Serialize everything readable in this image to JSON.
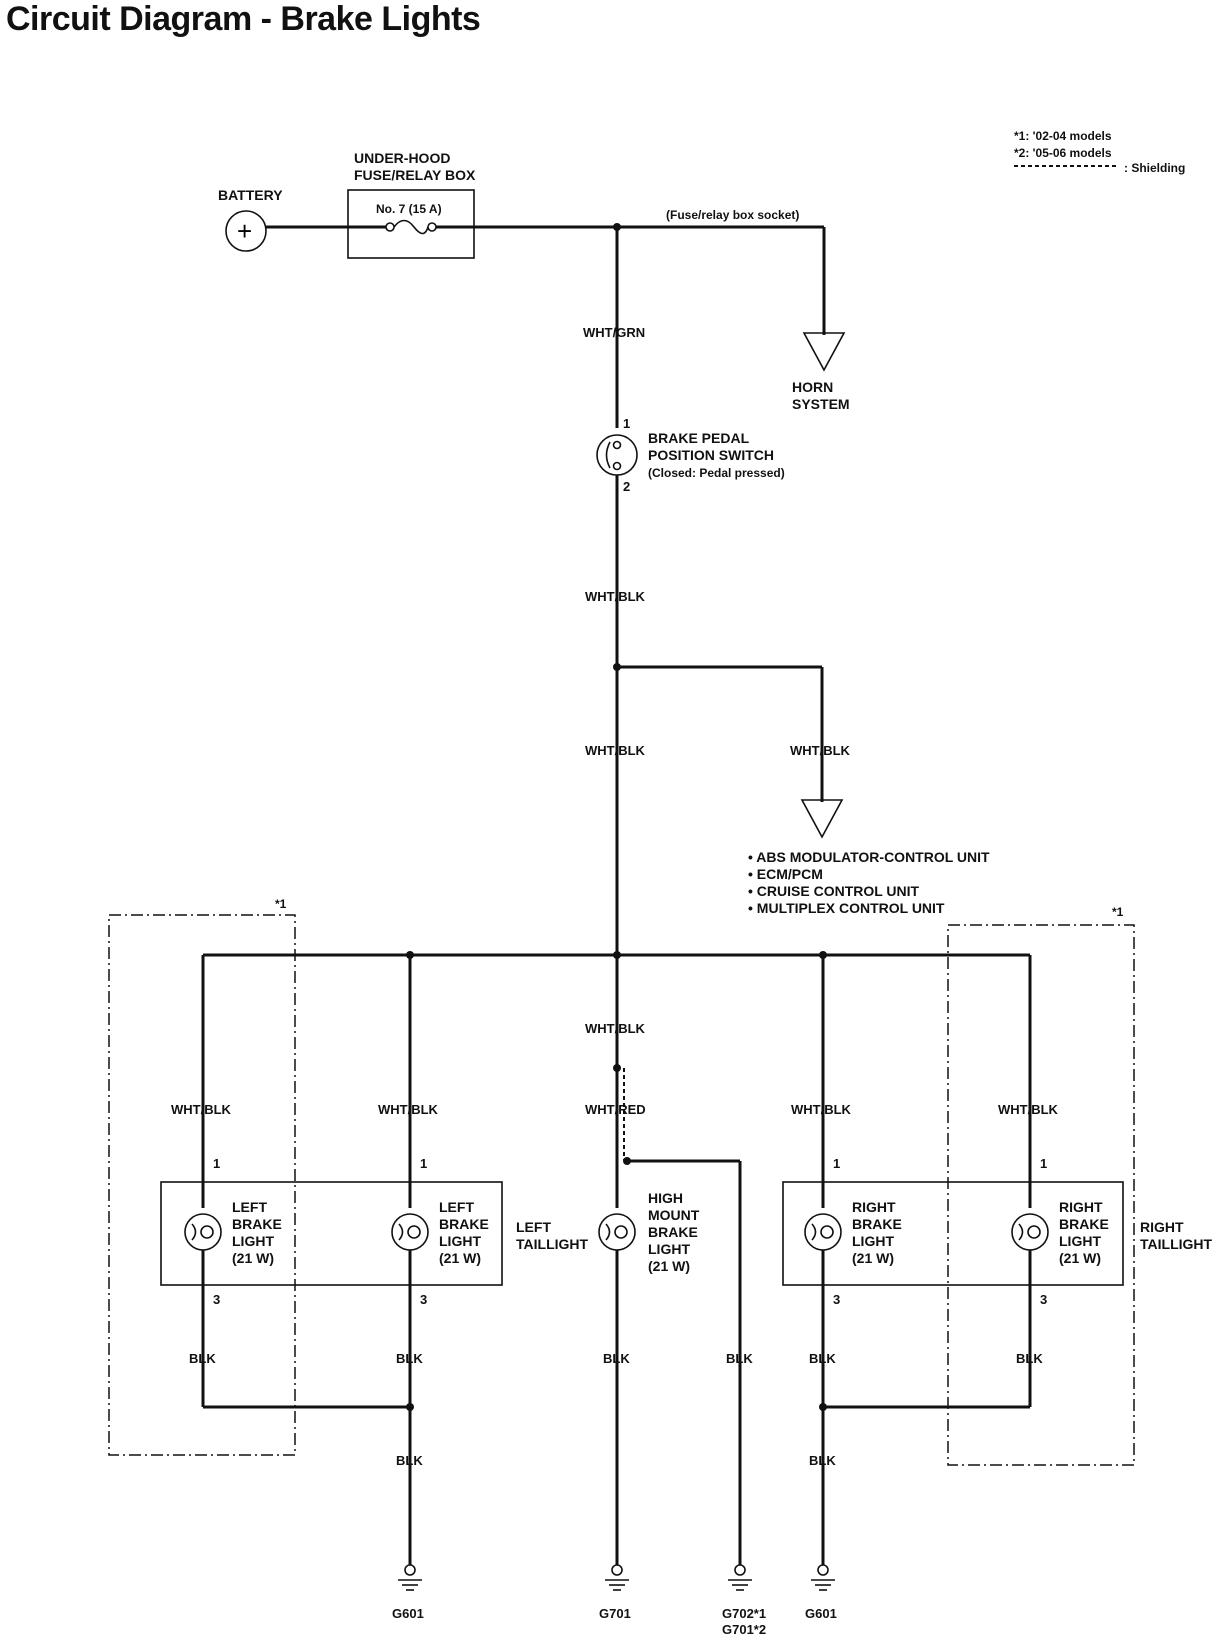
{
  "title": "Circuit Diagram - Brake Lights",
  "notes": {
    "note1": "*1: '02-04 models",
    "note2": "*2: '05-06 models",
    "shielding": ": Shielding"
  },
  "battery": {
    "label": "BATTERY",
    "symbol": "+"
  },
  "fuse_box": {
    "line1": "UNDER-HOOD",
    "line2": "FUSE/RELAY BOX",
    "fuse": "No. 7 (15 A)"
  },
  "socket_label": "(Fuse/relay box socket)",
  "horn": {
    "line1": "HORN",
    "line2": "SYSTEM"
  },
  "switch": {
    "line1": "BRAKE PEDAL",
    "line2": "POSITION SWITCH",
    "line3": "(Closed: Pedal pressed)",
    "pin_top": "1",
    "pin_bottom": "2"
  },
  "wires": {
    "wht_grn": "WHT/GRN",
    "wht_blk": "WHT/BLK",
    "wht_red": "WHT/RED",
    "blk": "BLK"
  },
  "abs_targets": [
    "• ABS MODULATOR-CONTROL UNIT",
    "• ECM/PCM",
    "• CRUISE CONTROL UNIT",
    "• MULTIPLEX CONTROL UNIT"
  ],
  "shield_note": "*1",
  "lamps": {
    "left_brake_1": [
      "LEFT",
      "BRAKE",
      "LIGHT",
      "(21 W)"
    ],
    "left_brake_2": [
      "LEFT",
      "BRAKE",
      "LIGHT",
      "(21 W)"
    ],
    "high_mount": [
      "HIGH",
      "MOUNT",
      "BRAKE",
      "LIGHT",
      "(21 W)"
    ],
    "right_brake_1": [
      "RIGHT",
      "BRAKE",
      "LIGHT",
      "(21 W)"
    ],
    "right_brake_2": [
      "RIGHT",
      "BRAKE",
      "LIGHT",
      "(21 W)"
    ]
  },
  "taillights": {
    "left": [
      "LEFT",
      "TAILLIGHT"
    ],
    "right": [
      "RIGHT",
      "TAILLIGHT"
    ]
  },
  "pins": {
    "p1": "1",
    "p3": "3"
  },
  "grounds": {
    "g1": "G601",
    "g2": "G701",
    "g3a": "G702*1",
    "g3b": "G701*2",
    "g4": "G601"
  }
}
